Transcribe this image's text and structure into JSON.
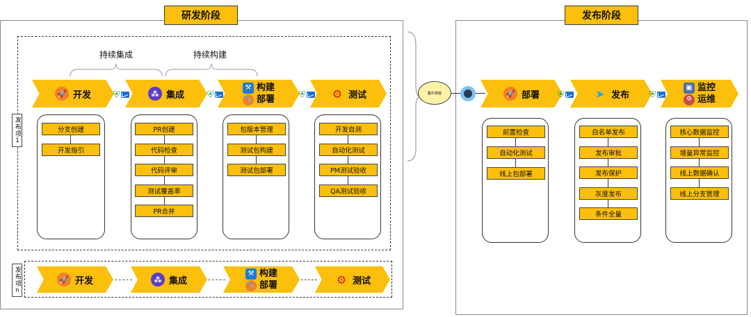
{
  "rd_stage": {
    "title": "研发阶段",
    "ci_label": "持续集成",
    "cb_label": "持续构建",
    "release_item_1": "发布项1",
    "release_item_n": "发布项n",
    "phases": [
      {
        "name": "开发",
        "steps": [
          "分支创建",
          "开发指引"
        ]
      },
      {
        "name": "集成",
        "steps": [
          "PR创建",
          "代码检查",
          "代码评审",
          "测试覆盖率",
          "PR合并"
        ]
      },
      {
        "name_line1": "构建",
        "name_line2": "部署",
        "steps": [
          "包版本管理",
          "测试包构建",
          "测试包部署"
        ]
      },
      {
        "name": "测试",
        "steps": [
          "开发自测",
          "自动化测试",
          "PM测试验收",
          "QA测试验收"
        ]
      }
    ],
    "row_n": [
      "开发",
      "集成",
      "构建",
      "部署",
      "测试"
    ]
  },
  "gate": {
    "label": "集中发版"
  },
  "release_stage": {
    "title": "发布阶段",
    "phases": [
      {
        "name": "部署",
        "steps": [
          "前置检查",
          "自动化测试",
          "线上包部署"
        ]
      },
      {
        "name": "发布",
        "steps": [
          "白名单发布",
          "发布审批",
          "发布保护",
          "灰度发布",
          "条件全量"
        ]
      },
      {
        "name_line1": "监控",
        "name_line2": "运维",
        "steps": [
          "核心数据监控",
          "增量异常监控",
          "线上数据确认",
          "线上分支管理"
        ]
      }
    ]
  },
  "icons": [
    "rocket-icon",
    "integration-icon",
    "hammer-icon",
    "wrench-icon",
    "test-icon",
    "shield-icon",
    "send-icon",
    "monitor-icon",
    "ops-icon",
    "check-shield-icon",
    "mail-icon"
  ],
  "colors": {
    "accent": "#fbbf0c",
    "shield": "#1e9b45",
    "envelope": "#1f6fd0"
  }
}
